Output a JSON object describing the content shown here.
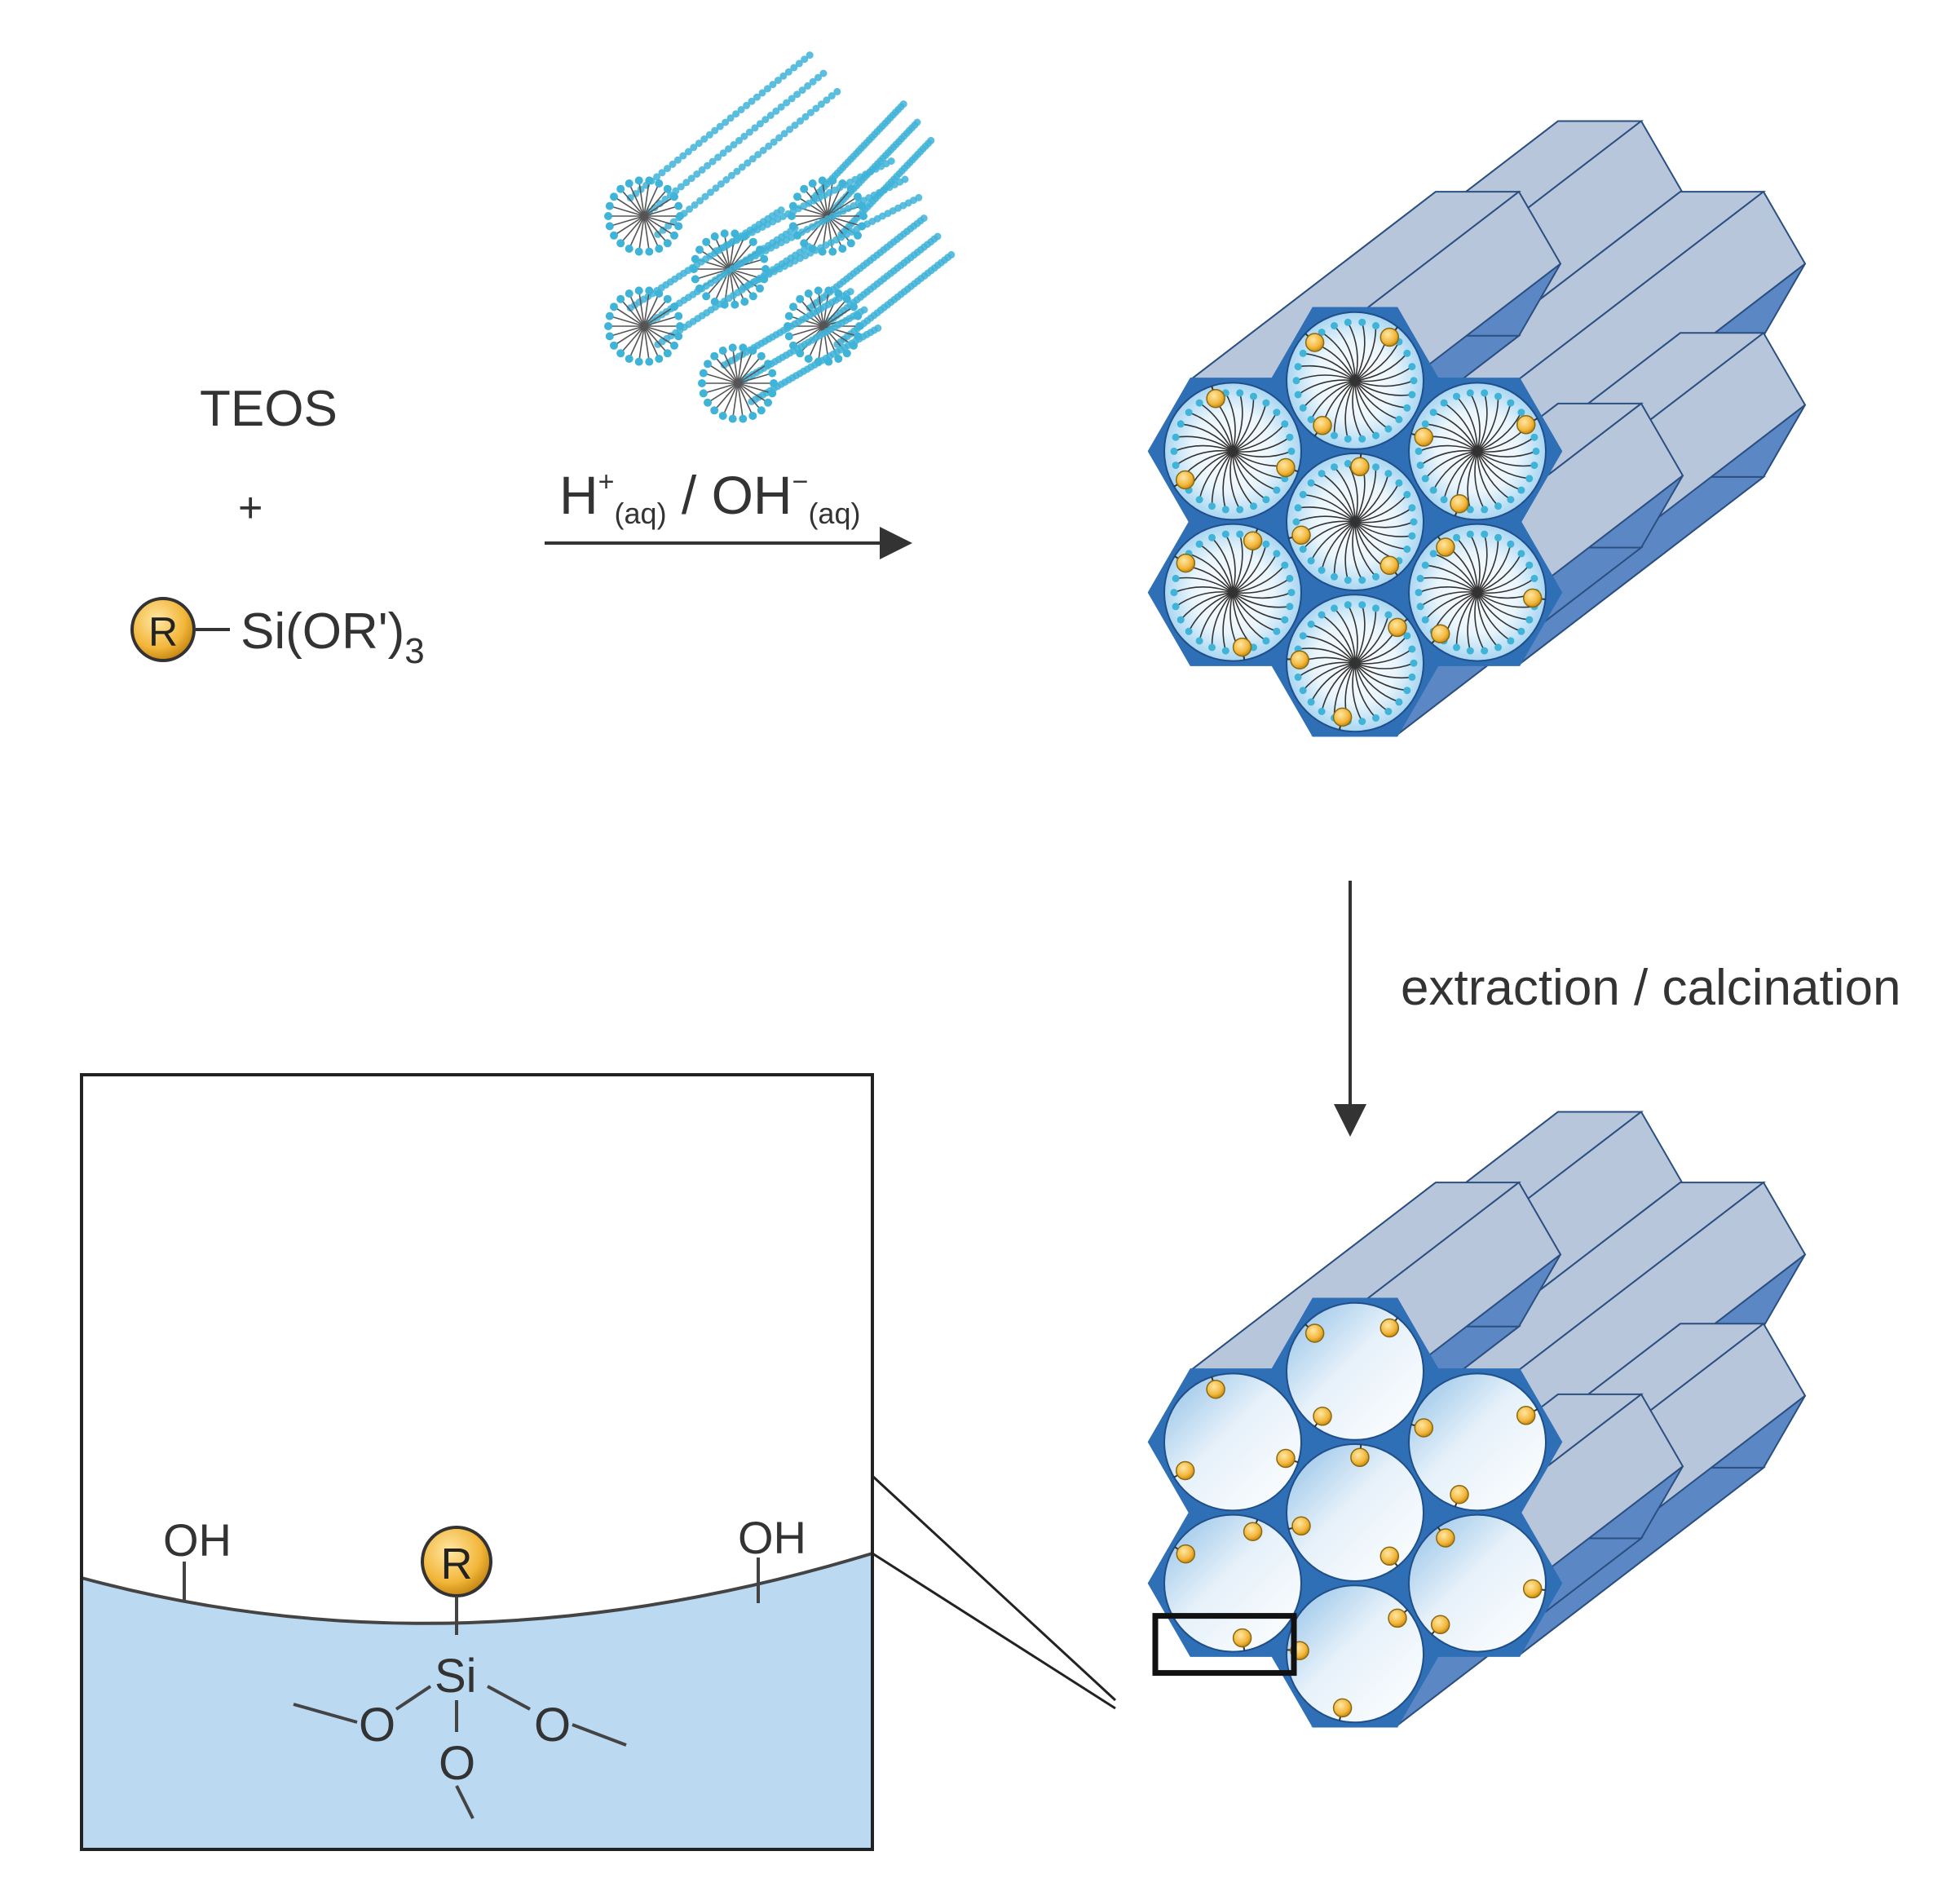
{
  "reactants": {
    "teos": "TEOS",
    "plus": "+",
    "r_badge": "R",
    "silane": "Si(OR')",
    "silane_sub": "3"
  },
  "reaction": {
    "h": "H",
    "h_charge": "+",
    "aq1": "(aq)",
    "sep": " / OH",
    "oh_charge": "−",
    "aq2": "(aq)"
  },
  "step2": {
    "label": "extraction / calcination"
  },
  "inset": {
    "oh_left": "OH",
    "oh_right": "OH",
    "r_badge": "R",
    "si": "Si",
    "o_left": "O",
    "o_right": "O",
    "o_bottom": "O"
  },
  "colors": {
    "silica_front": "#2f6fb6",
    "silica_side": "#5b88c4",
    "silica_top": "#b8c6dc",
    "pore_fill": "#cfe6f8",
    "surfactant_head": "#3fb3d8",
    "organic_group": "#f2b63a",
    "inset_silica": "#bcd9f2"
  }
}
